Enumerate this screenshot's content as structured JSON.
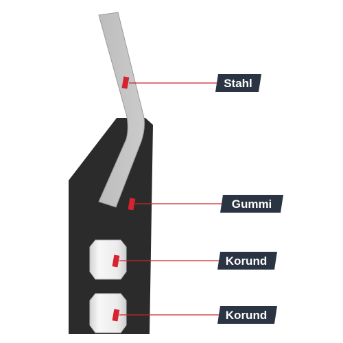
{
  "labels": {
    "steel": "Stahl",
    "rubber": "Gummi",
    "corundum_upper": "Korund",
    "corundum_lower": "Korund"
  },
  "colors": {
    "background": "#ffffff",
    "rubber_body": "#2b2b2b",
    "steel_blade": "#c7c7c7",
    "corundum_insert": "#ededed",
    "marker_red": "#d6232f",
    "callout_line": "#c9242d",
    "label_tag": "#2a3442",
    "label_text": "#ffffff"
  },
  "icons": {
    "marker": "red-rectangle-marker"
  }
}
